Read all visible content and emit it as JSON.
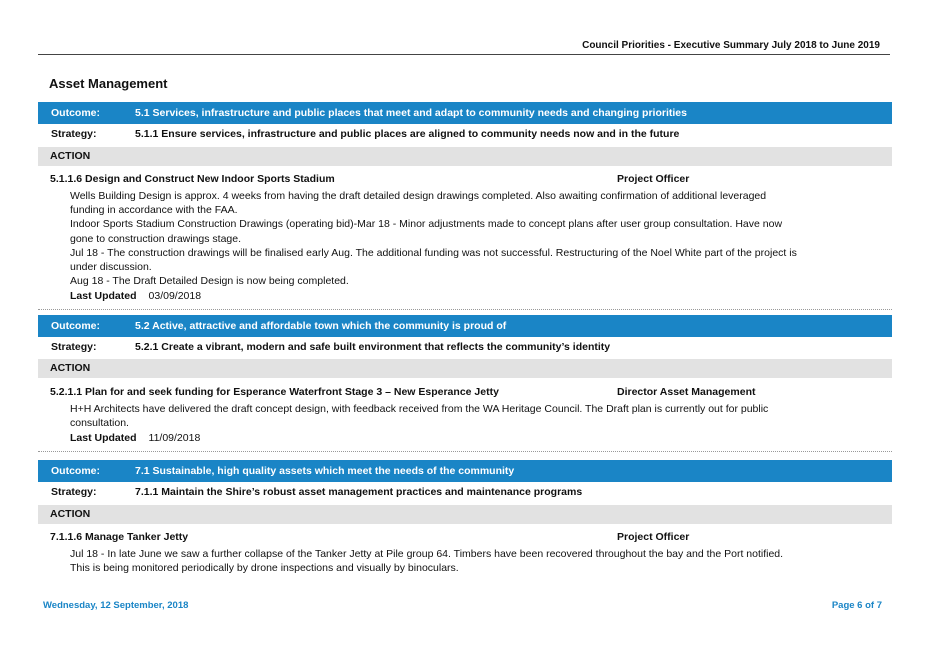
{
  "header": {
    "title": "Council Priorities - Executive Summary  July 2018 to June 2019"
  },
  "section_title": "Asset Management",
  "labels": {
    "outcome": "Outcome:",
    "strategy": "Strategy:",
    "action": "ACTION",
    "last_updated": "Last Updated"
  },
  "blocks": [
    {
      "outcome": "5.1  Services, infrastructure and public places that meet and adapt to community needs and changing priorities",
      "strategy": "5.1.1  Ensure services, infrastructure and public places are aligned to community needs now and in the future",
      "action": {
        "title": "5.1.1.6  Design and Construct New Indoor Sports Stadium",
        "officer": "Project Officer",
        "comments": [
          "Wells Building Design is approx. 4 weeks from having the draft detailed design drawings completed. Also awaiting confirmation of additional leveraged funding in accordance with the FAA.",
          "Indoor Sports Stadium Construction Drawings (operating bid)-Mar 18 - Minor adjustments made to concept plans after user group consultation. Have now gone to construction drawings stage.",
          "Jul 18 - The construction drawings will be finalised early Aug. The additional funding was not successful. Restructuring of the Noel White part of the project is under discussion.",
          "Aug 18 - The  Draft Detailed Design is now being completed."
        ],
        "last_updated": "03/09/2018"
      }
    },
    {
      "outcome": "5.2  Active, attractive and affordable town which the community is proud of",
      "strategy": "5.2.1  Create a vibrant, modern and safe built environment that reflects the community’s identity",
      "action": {
        "title": "5.2.1.1  Plan for and seek funding for  Esperance Waterfront Stage 3 – New Esperance Jetty",
        "officer": "Director Asset Management",
        "comments": [
          "H+H Architects have delivered the draft concept design, with feedback received from the WA Heritage Council. The Draft plan is currently out for public consultation."
        ],
        "last_updated": "11/09/2018"
      }
    },
    {
      "outcome": "7.1  Sustainable, high quality assets which meet the needs of the community",
      "strategy": "7.1.1  Maintain the Shire’s robust asset management practices and maintenance programs",
      "action": {
        "title": "7.1.1.6  Manage Tanker Jetty",
        "officer": "Project Officer",
        "comments": [
          "Jul 18 - In late June we saw a further collapse of the Tanker Jetty at Pile group 64. Timbers have been recovered throughout the bay and the Port notified. This is being monitored periodically by drone inspections and visually by binoculars."
        ]
      }
    }
  ],
  "footer": {
    "date": "Wednesday, 12 September, 2018",
    "page": "Page 6 of 7"
  }
}
